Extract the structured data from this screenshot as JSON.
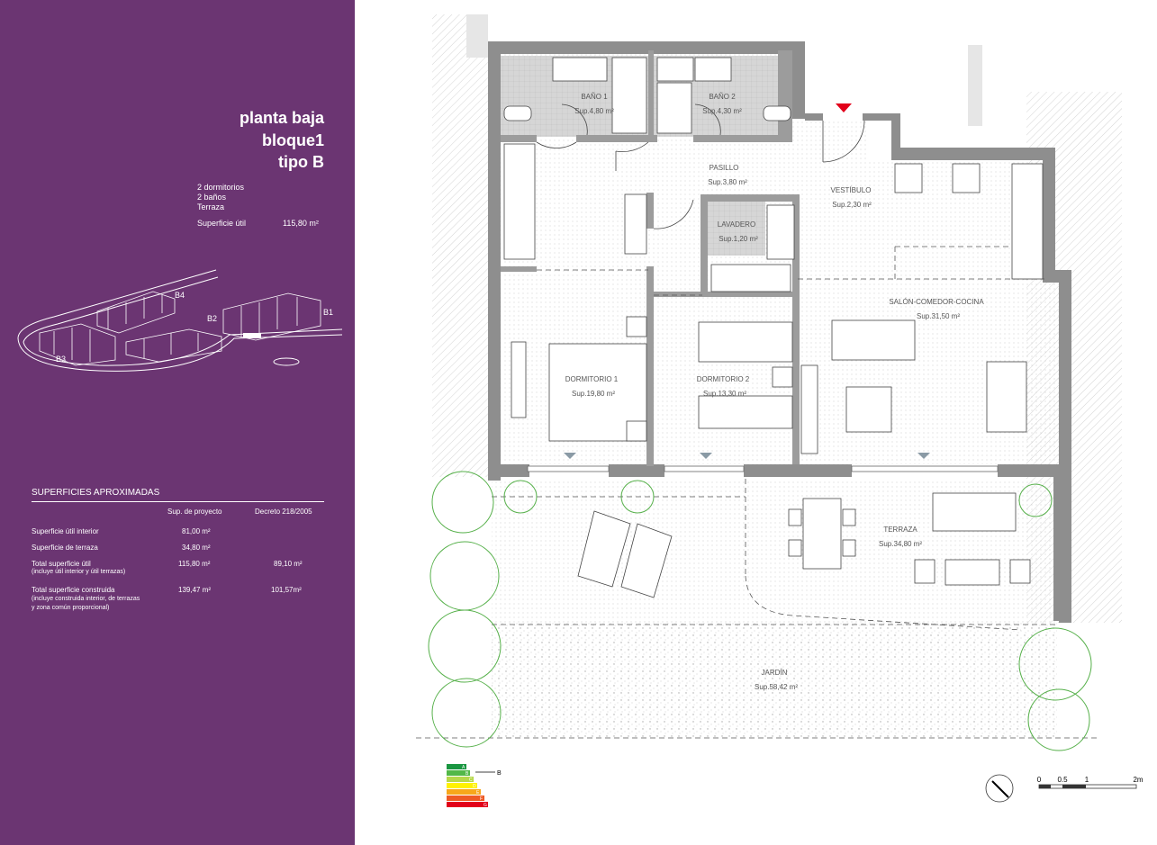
{
  "header": {
    "floor": "planta baja",
    "block": "bloque1",
    "type": "tipo B"
  },
  "features": {
    "bedrooms": "2 dormitorios",
    "bathrooms": "2 baños",
    "terrace": "Terraza",
    "useful_label": "Superficie útil",
    "useful_value": "115,80 m²"
  },
  "site_map": {
    "blocks": [
      "B4",
      "B2",
      "B1",
      "B3"
    ]
  },
  "surfaces": {
    "title": "SUPERFICIES APROXIMADAS",
    "col_project": "Sup. de proyecto",
    "col_decree": "Decreto 218/2005",
    "rows": [
      {
        "label": "Superficie útil interior",
        "note": "",
        "project": "81,00 m²",
        "decree": ""
      },
      {
        "label": "Superficie de terraza",
        "note": "",
        "project": "34,80 m²",
        "decree": ""
      },
      {
        "label": "Total superficie útil",
        "note": "(incluye útil interior y útil terrazas)",
        "project": "115,80 m²",
        "decree": "89,10 m²"
      },
      {
        "label": "Total superficie construida",
        "note": "(incluye construida interior, de terrazas",
        "note2": "y zona común proporcional)",
        "project": "139,47 m²",
        "decree": "101,57m²"
      }
    ]
  },
  "rooms": [
    {
      "name": "BAÑO 1",
      "area": "Sup.4,80 m²"
    },
    {
      "name": "BAÑO 2",
      "area": "Sup.4,30 m²"
    },
    {
      "name": "PASILLO",
      "area": "Sup.3,80 m²"
    },
    {
      "name": "VESTÍBULO",
      "area": "Sup.2,30 m²"
    },
    {
      "name": "LAVADERO",
      "area": "Sup.1,20 m²"
    },
    {
      "name": "SALÓN-COMEDOR-COCINA",
      "area": "Sup.31,50 m²"
    },
    {
      "name": "DORMITORIO 1",
      "area": "Sup.19,80 m²"
    },
    {
      "name": "DORMITORIO 2",
      "area": "Sup.13,30 m²"
    },
    {
      "name": "TERRAZA",
      "area": "Sup.34,80 m²"
    },
    {
      "name": "JARDÍN",
      "area": "Sup.58,42 m²"
    }
  ],
  "energy": {
    "rating": "B",
    "levels": [
      "A",
      "B",
      "C",
      "D",
      "E",
      "F",
      "G"
    ],
    "colors": [
      "#1a9641",
      "#52b848",
      "#b6d84a",
      "#fff200",
      "#f7a71b",
      "#ee5a24",
      "#e2001a"
    ]
  },
  "scale": {
    "ticks": [
      "0",
      "0.5",
      "1",
      "2m"
    ]
  },
  "colors": {
    "sidebar": "#6b3572",
    "wall": "#8e8e8e",
    "entrance_marker": "#e2001a",
    "tree": "#56b04a"
  }
}
